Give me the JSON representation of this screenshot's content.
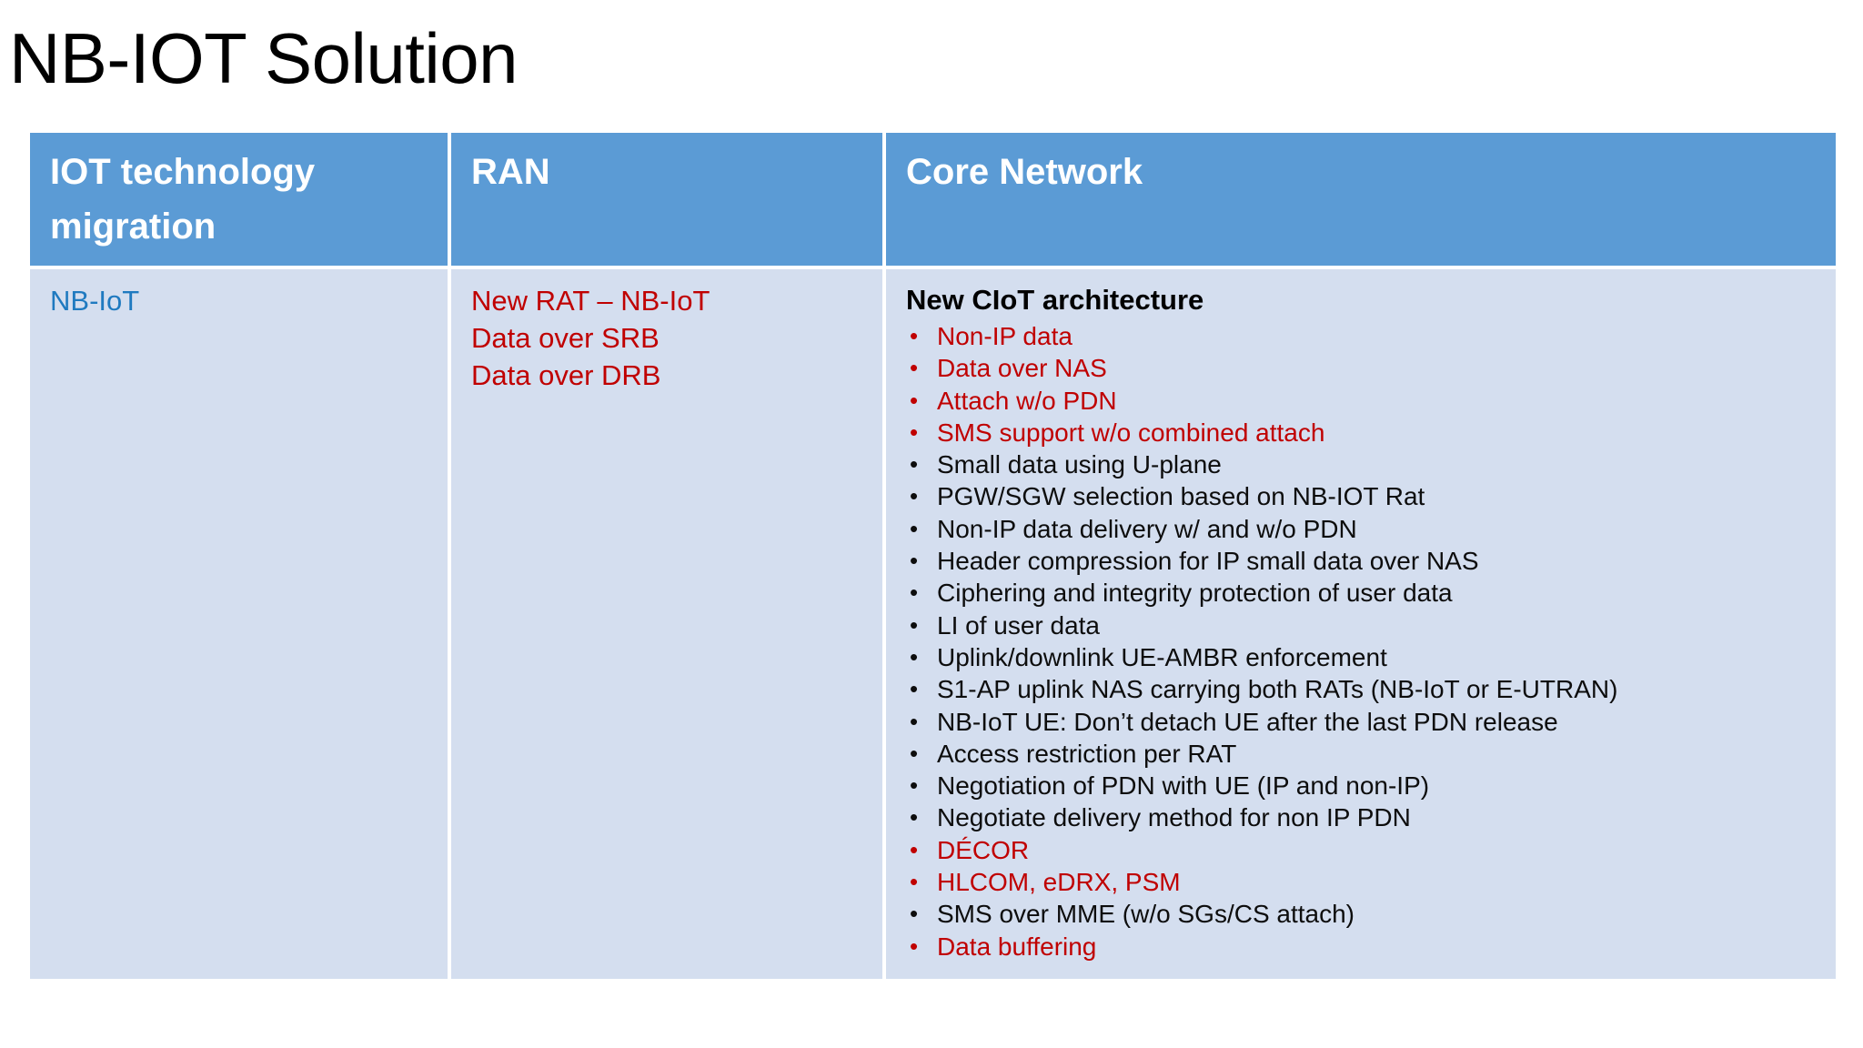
{
  "slide": {
    "title": "NB-IOT Solution",
    "colors": {
      "header_blue": "#5B9BD5",
      "cell_fill": "#D4DEEF",
      "red_text": "#C00000",
      "blue_text": "#1F7AC0",
      "black_text": "#0D0D0D",
      "background": "#FFFFFF"
    }
  },
  "table": {
    "headers": [
      {
        "line1": "IOT technology",
        "line2": "migration"
      },
      {
        "line1": "RAN",
        "line2": ""
      },
      {
        "line1": "Core Network",
        "line2": ""
      }
    ],
    "col1": {
      "lines": [
        {
          "text": "NB-IoT",
          "color": "blue"
        }
      ]
    },
    "col2": {
      "lines": [
        {
          "text": "New RAT – NB-IoT",
          "color": "red"
        },
        {
          "text": "Data over SRB",
          "color": "red"
        },
        {
          "text": "Data over DRB",
          "color": "red"
        }
      ]
    },
    "col3": {
      "heading": "New CIoT architecture",
      "bullets": [
        {
          "text": "Non-IP data",
          "color": "red"
        },
        {
          "text": "Data over NAS",
          "color": "red"
        },
        {
          "text": "Attach w/o PDN",
          "color": "red"
        },
        {
          "text": "SMS support w/o combined attach",
          "color": "red"
        },
        {
          "text": "Small data using U-plane",
          "color": "black"
        },
        {
          "text": "PGW/SGW selection based on NB-IOT Rat",
          "color": "black"
        },
        {
          "text": "Non-IP data delivery w/ and w/o PDN",
          "color": "black"
        },
        {
          "text": "Header compression for IP small data over NAS",
          "color": "black"
        },
        {
          "text": "Ciphering and integrity protection of user data",
          "color": "black"
        },
        {
          "text": "LI of user data",
          "color": "black"
        },
        {
          "text": "Uplink/downlink UE-AMBR enforcement",
          "color": "black"
        },
        {
          "text": "S1-AP uplink NAS carrying both RATs (NB-IoT or E-UTRAN)",
          "color": "black"
        },
        {
          "text": "NB-IoT UE: Don’t detach UE after the last PDN release",
          "color": "black"
        },
        {
          "text": "Access restriction per RAT",
          "color": "black"
        },
        {
          "text": "Negotiation of PDN with UE (IP and non-IP)",
          "color": "black"
        },
        {
          "text": "Negotiate delivery method for non IP PDN",
          "color": "black"
        },
        {
          "text": "DÉCOR",
          "color": "red"
        },
        {
          "text": "HLCOM, eDRX, PSM",
          "color": "red"
        },
        {
          "text": "SMS over MME (w/o SGs/CS attach)",
          "color": "black"
        },
        {
          "text": "Data buffering",
          "color": "red"
        }
      ]
    }
  }
}
